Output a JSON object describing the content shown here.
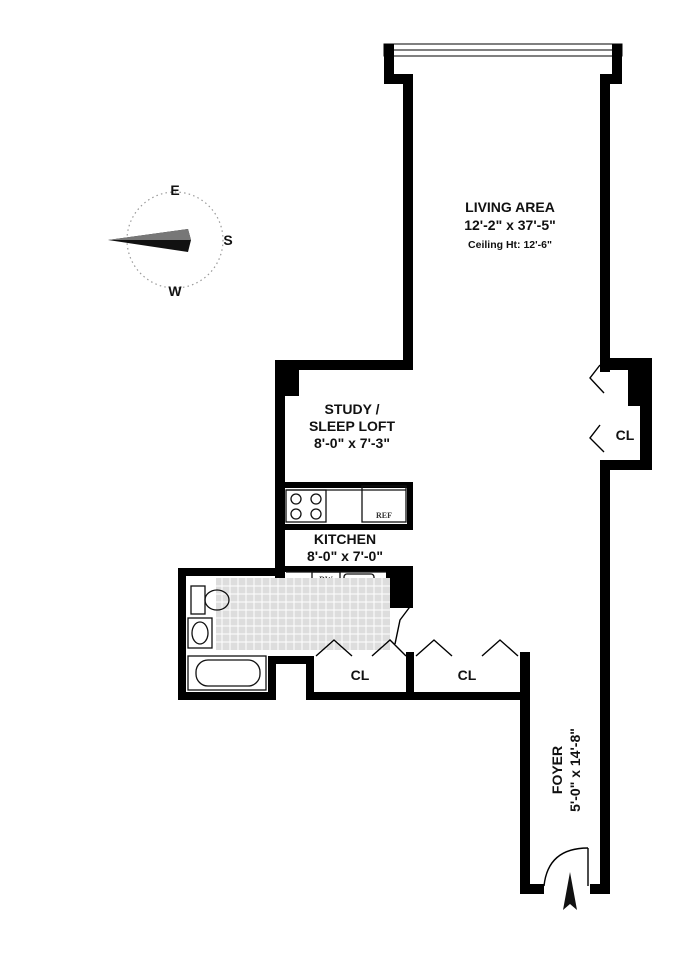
{
  "compass": {
    "north": "",
    "east": "E",
    "south": "S",
    "west": "W"
  },
  "rooms": {
    "living": {
      "name": "LIVING AREA",
      "dims": "12'-2\" x 37'-5\"",
      "ceiling": "Ceiling Ht: 12'-6\""
    },
    "study": {
      "name_line1": "STUDY /",
      "name_line2": "SLEEP LOFT",
      "dims": "8'-0\" x 7'-3\""
    },
    "kitchen": {
      "name": "KITCHEN",
      "dims": "8'-0\" x 7'-0\""
    },
    "closets": [
      "CL",
      "CL",
      "CL"
    ],
    "foyer": {
      "name": "FOYER",
      "dims": "5'-0\" x 14'-8\""
    }
  },
  "appliances": {
    "refrigerator": "REF",
    "dishwasher": "DW"
  }
}
